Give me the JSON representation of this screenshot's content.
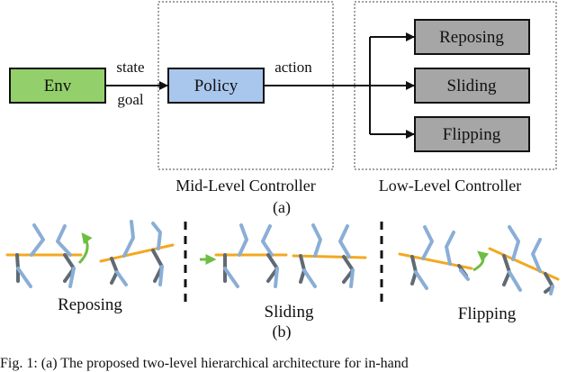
{
  "part_a": {
    "env_label": "Env",
    "state_label": "state",
    "goal_label": "goal",
    "policy_label": "Policy",
    "action_label": "action",
    "primitives": [
      "Reposing",
      "Sliding",
      "Flipping"
    ],
    "mid_level_caption": "Mid-Level Controller",
    "low_level_caption": "Low-Level Controller",
    "panel_label": "(a)"
  },
  "part_b": {
    "groups": [
      "Reposing",
      "Sliding",
      "Flipping"
    ],
    "panel_label": "(b)"
  },
  "colors": {
    "env_fill": "#93d06b",
    "policy_fill": "#a9c6ec",
    "primitive_fill": "#a6a6a6",
    "object_bar": "#f3a81f",
    "finger_light": "#8aaed6",
    "finger_dark": "#606a74",
    "motion_arrow": "#6fbe44"
  },
  "caption": "Fig. 1: (a) The proposed two-level hierarchical architecture for in-hand"
}
